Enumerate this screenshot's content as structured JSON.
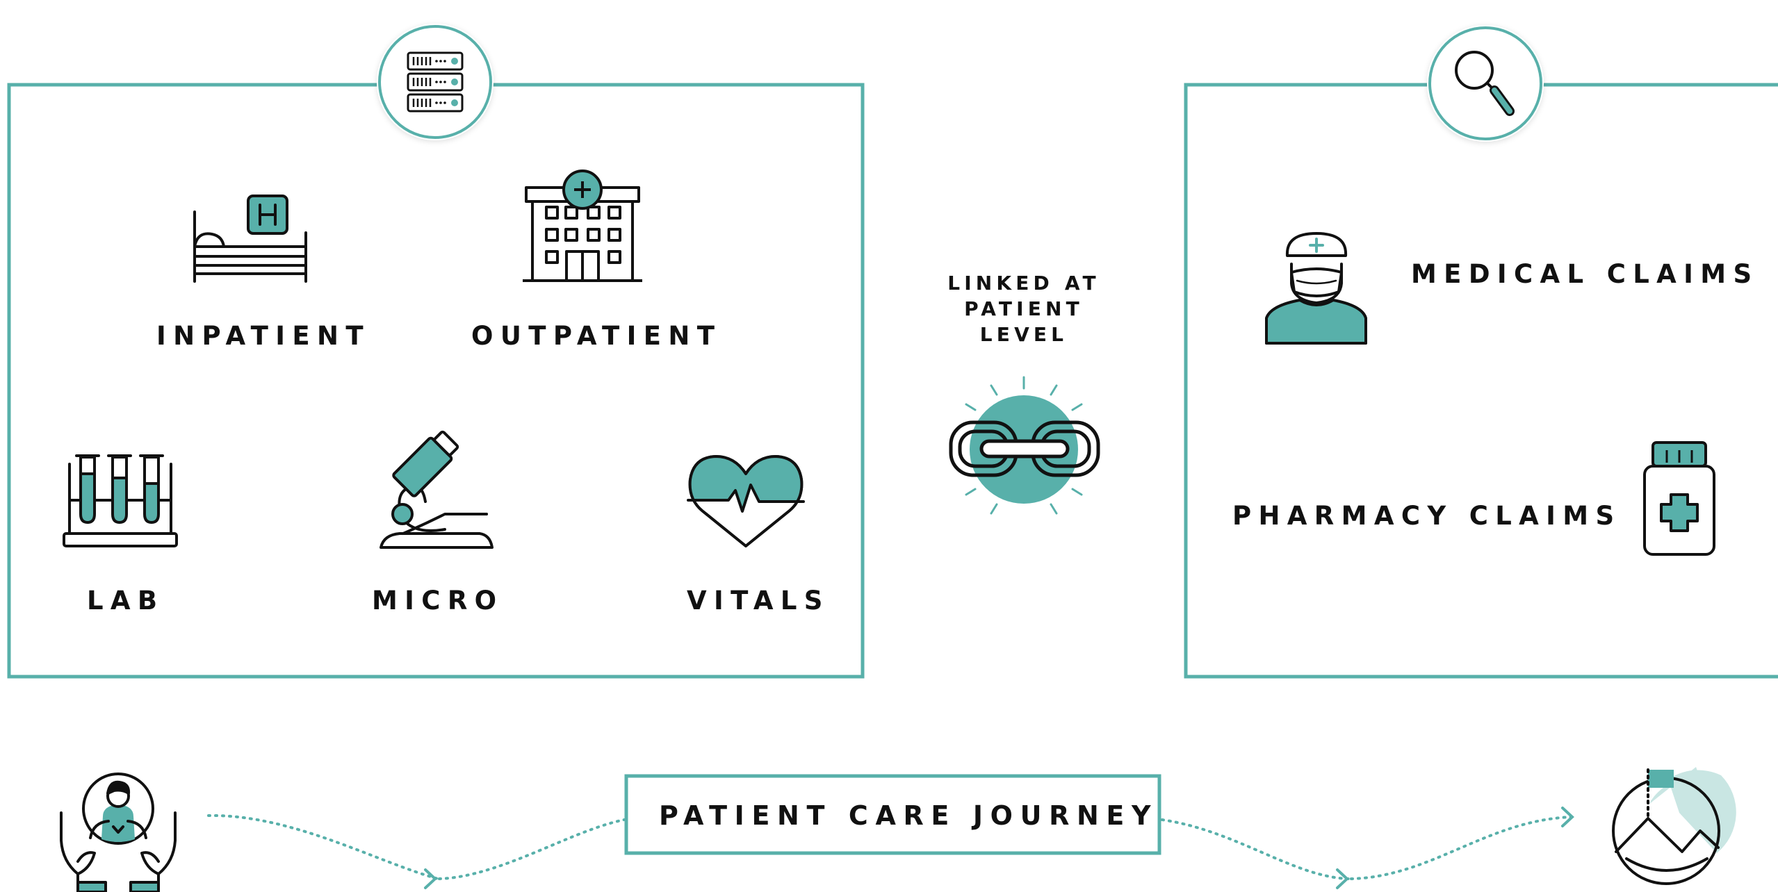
{
  "colors": {
    "accent": "#58b0aa",
    "accent_light": "#c9e6e3",
    "ink": "#111111",
    "background": "#ffffff"
  },
  "ehr_panel": {
    "header_icon": "server-rack-icon",
    "items": [
      {
        "label": "INPATIENT",
        "icon": "hospital-bed-icon"
      },
      {
        "label": "OUTPATIENT",
        "icon": "hospital-building-icon"
      },
      {
        "label": "LAB",
        "icon": "test-tubes-icon"
      },
      {
        "label": "MICRO",
        "icon": "microscope-icon"
      },
      {
        "label": "VITALS",
        "icon": "heart-pulse-icon"
      }
    ]
  },
  "link": {
    "label_lines": [
      "LINKED AT",
      "PATIENT",
      "LEVEL"
    ],
    "icon": "chain-link-icon"
  },
  "claims_panel": {
    "header_icon": "magnifier-icon",
    "items": [
      {
        "label": "MEDICAL CLAIMS",
        "icon": "doctor-mask-icon"
      },
      {
        "label": "PHARMACY CLAIMS",
        "icon": "medicine-bottle-icon"
      }
    ]
  },
  "journey": {
    "label": "PATIENT CARE JOURNEY",
    "start_icon": "patient-in-hands-icon",
    "end_icon": "mountain-flag-goal-icon"
  }
}
